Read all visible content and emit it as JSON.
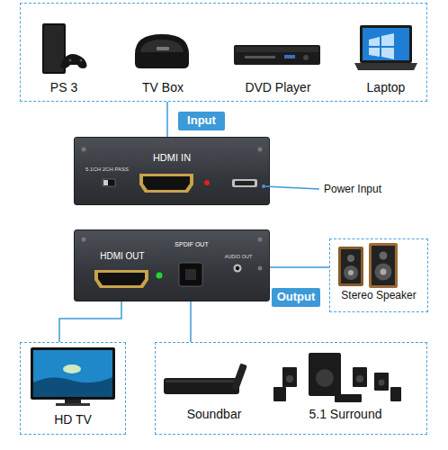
{
  "diagram": {
    "nodes": [
      {
        "text": [
          "PS 3",
          "TV Box",
          "DVD Player",
          "Laptop"
        ]
      },
      {
        "text": [
          "Input"
        ]
      },
      {
        "text": [
          "5.1CH 2CH PASS",
          "HDMI IN"
        ]
      },
      {
        "text": [
          "HDMI OUT",
          "SPDIF OUT",
          "AUDIO OUT"
        ]
      },
      {
        "text": [
          "Output"
        ]
      },
      {
        "text": [
          "Stereo Speaker"
        ]
      },
      {
        "text": [
          "HD TV"
        ]
      },
      {
        "text": [
          "Soundbar",
          "5.1 Surround"
        ]
      }
    ],
    "edges": [
      {
        "from": 0,
        "to": 2,
        "arrow": "none"
      },
      {
        "from": 3,
        "to": 5,
        "arrow": "none"
      },
      {
        "from": 3,
        "to": 6,
        "arrow": "none"
      },
      {
        "from": 3,
        "to": 7,
        "arrow": "none"
      }
    ],
    "labels": [
      "Power Input"
    ]
  }
}
